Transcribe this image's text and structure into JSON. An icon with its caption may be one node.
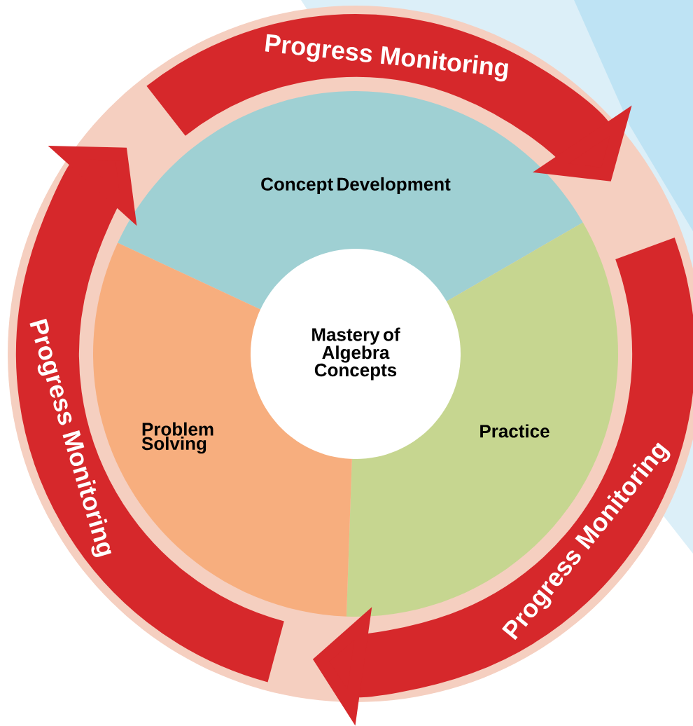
{
  "diagram": {
    "nodes": [
      {
        "text": [
          "Mastery of Algebra Concepts"
        ]
      },
      {
        "text": [
          "Concept Development"
        ]
      },
      {
        "text": [
          "Practice"
        ]
      },
      {
        "text": [
          "Problem Solving"
        ]
      }
    ],
    "labels": [
      "Progress Monitoring",
      "Progress Monitoring",
      "Progress Monitoring"
    ]
  }
}
